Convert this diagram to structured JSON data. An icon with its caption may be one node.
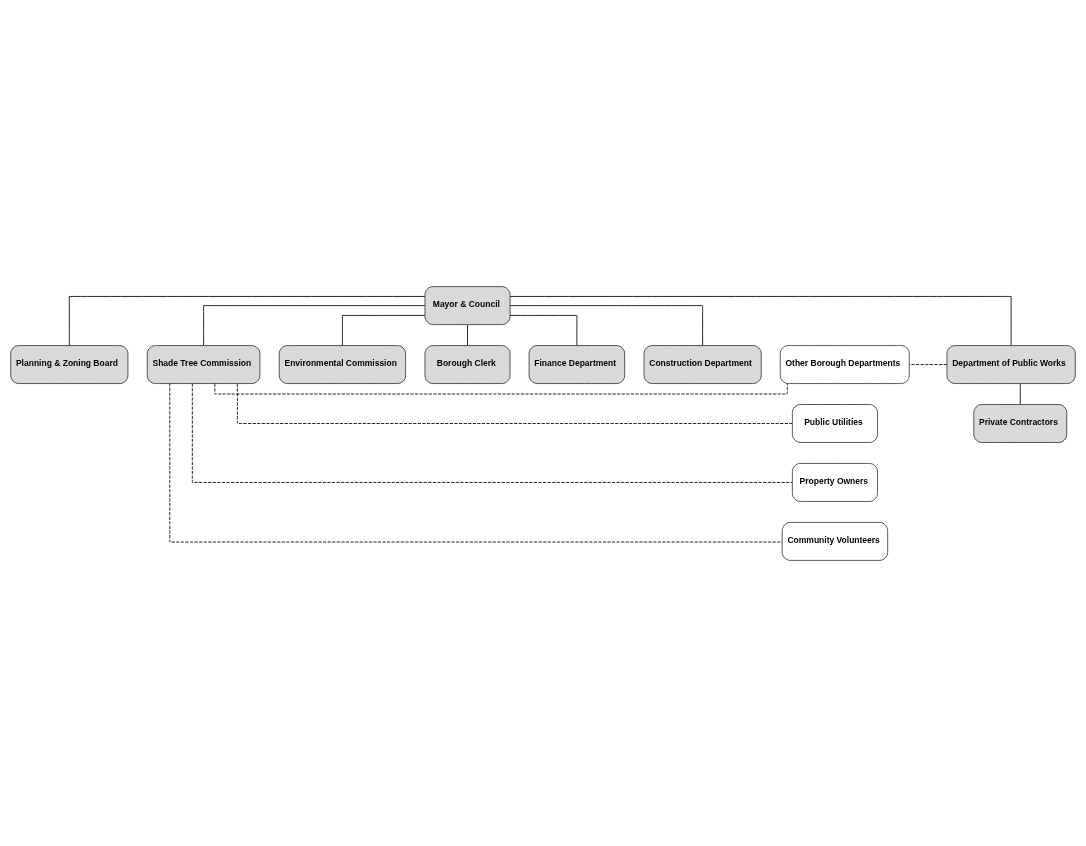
{
  "diagram": {
    "nodes": [
      {
        "text": [
          "Mayor & Council"
        ]
      },
      {
        "text": [
          "Planning & Zoning Board"
        ]
      },
      {
        "text": [
          "Shade Tree Commission"
        ]
      },
      {
        "text": [
          "Environmental Commission"
        ]
      },
      {
        "text": [
          "Borough Clerk"
        ]
      },
      {
        "text": [
          "Finance Department"
        ]
      },
      {
        "text": [
          "Construction Department"
        ]
      },
      {
        "text": [
          "Department of Public Works"
        ]
      },
      {
        "text": [
          "Private Contractors"
        ]
      },
      {
        "text": [
          "Other Borough Departments"
        ]
      },
      {
        "text": [
          "Public Utilities"
        ]
      },
      {
        "text": [
          "Property Owners"
        ]
      },
      {
        "text": [
          "Community Volunteers"
        ]
      }
    ],
    "edges": [
      {
        "from": 0,
        "to": 1,
        "arrow": "none"
      },
      {
        "from": 0,
        "to": 2,
        "arrow": "none"
      },
      {
        "from": 0,
        "to": 3,
        "arrow": "none"
      },
      {
        "from": 0,
        "to": 4,
        "arrow": "none"
      },
      {
        "from": 0,
        "to": 5,
        "arrow": "none"
      },
      {
        "from": 0,
        "to": 6,
        "arrow": "none"
      },
      {
        "from": 0,
        "to": 7,
        "arrow": "none"
      },
      {
        "from": 7,
        "to": 8,
        "arrow": "none"
      },
      {
        "from": 2,
        "to": 9,
        "arrow": "none",
        "style": "dashed"
      },
      {
        "from": 2,
        "to": 10,
        "arrow": "none",
        "style": "dashed"
      },
      {
        "from": 2,
        "to": 11,
        "arrow": "none",
        "style": "dashed"
      },
      {
        "from": 2,
        "to": 12,
        "arrow": "none",
        "style": "dashed"
      },
      {
        "from": 7,
        "to": 9,
        "arrow": "none",
        "style": "dashed"
      }
    ]
  }
}
